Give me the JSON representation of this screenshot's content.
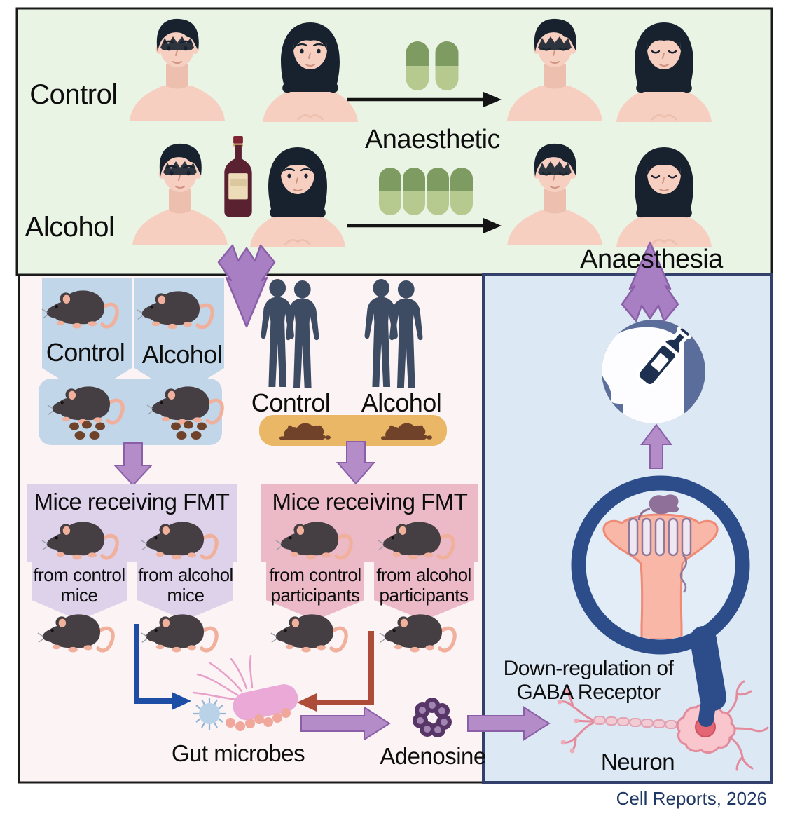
{
  "top_panel": {
    "control_label": "Control",
    "alcohol_label": "Alcohol",
    "anaesthetic_label": "Anaesthetic",
    "anaesthesia_label": "Anaesthesia"
  },
  "mouse_donors": {
    "control_label": "Control",
    "alcohol_label": "Alcohol"
  },
  "human_donors": {
    "control_label": "Control",
    "alcohol_label": "Alcohol"
  },
  "fmt_from_mice": {
    "title": "Mice receiving FMT",
    "left_arrow_label": "from control mice",
    "right_arrow_label": "from alcohol mice"
  },
  "fmt_from_humans": {
    "title": "Mice receiving FMT",
    "left_arrow_label": "from control participants",
    "right_arrow_label": "from alcohol participants"
  },
  "microbiome": {
    "gut_microbes_label": "Gut microbes",
    "adenosine_label": "Adenosine"
  },
  "mechanism": {
    "downregulation_line1": "Down-regulation of",
    "downregulation_line2": "GABA Receptor",
    "neuron_label": "Neuron"
  },
  "caption": "Cell Reports, 2026",
  "colors": {
    "panelTop": "#eaf4e5",
    "panelTopBorder": "#1a1a1a",
    "panelLeft": "#fcf3f5",
    "panelRight": "#dce8f4",
    "navy": "#32406b",
    "purpleFill": "#b48cc8",
    "purpleStroke": "#8a5fa8",
    "jaggedPurple": "#a87fc2",
    "black": "#141414",
    "bannerBlue": "#c2d6ea",
    "lavender": "#ded2eb",
    "pinkBox": "#ecb9c6",
    "orangeBar": "#e9b766",
    "pillDark": "#7e9b61",
    "pillLight": "#b6c98e",
    "skin": "#f6cfc0",
    "skinShade": "#ecbfae",
    "hair": "#18222f",
    "silhouette": "#3d4c63",
    "mouseBody": "#453e42",
    "mousePink": "#f0b09c",
    "poop": "#6f4229",
    "blueArrow": "#1e4da6",
    "redArrow": "#ad4c38",
    "rodPink": "#eaa9d7",
    "spikyBlue": "#b9d2e8",
    "spikyStroke": "#8fb4d8",
    "cocci": "#f0a79c",
    "flagella": "#e9a0c8",
    "adenosineDark": "#573667",
    "adenosineLight": "#a284b2",
    "neuronFill": "#f8c6cc",
    "neuronStroke": "#e38a9c",
    "neuronNucleus": "#e26673",
    "axonFill": "#f2ccd4",
    "axonStroke": "#e2a2b2",
    "magNavy": "#2c4c8a",
    "spineFill": "#f9b7a7",
    "spineStroke": "#ef8a74",
    "receptorMauve": "#907a9c",
    "ligand": "#8f7099",
    "headCircle": "#5b6d9a",
    "bottleNavy": "#1e3050",
    "wineBody": "#5a2130",
    "wineCap": "#7e2433",
    "wineLabel": "#eddcb8",
    "captionNavy": "#1f3864"
  }
}
